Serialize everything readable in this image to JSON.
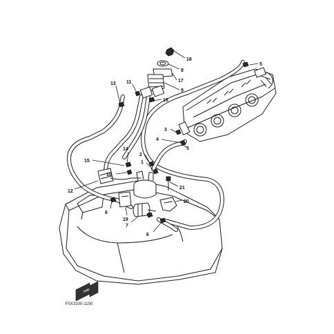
{
  "diagram": {
    "drawing_code": "F0X3100-1100",
    "fwd_label": "FWD",
    "callouts": {
      "c1": "1",
      "c2": "2",
      "c3": "3",
      "c4": "4",
      "c5a": "5",
      "c5b": "5",
      "c6a": "6",
      "c6b": "6",
      "c7": "7",
      "c8": "8",
      "c9": "9",
      "c10": "10",
      "c11": "11",
      "c12": "12",
      "c13": "13",
      "c14": "14",
      "c15": "15",
      "c16": "16",
      "c17": "17",
      "c18": "18",
      "c19": "19",
      "c20": "20",
      "c21": "21"
    }
  }
}
